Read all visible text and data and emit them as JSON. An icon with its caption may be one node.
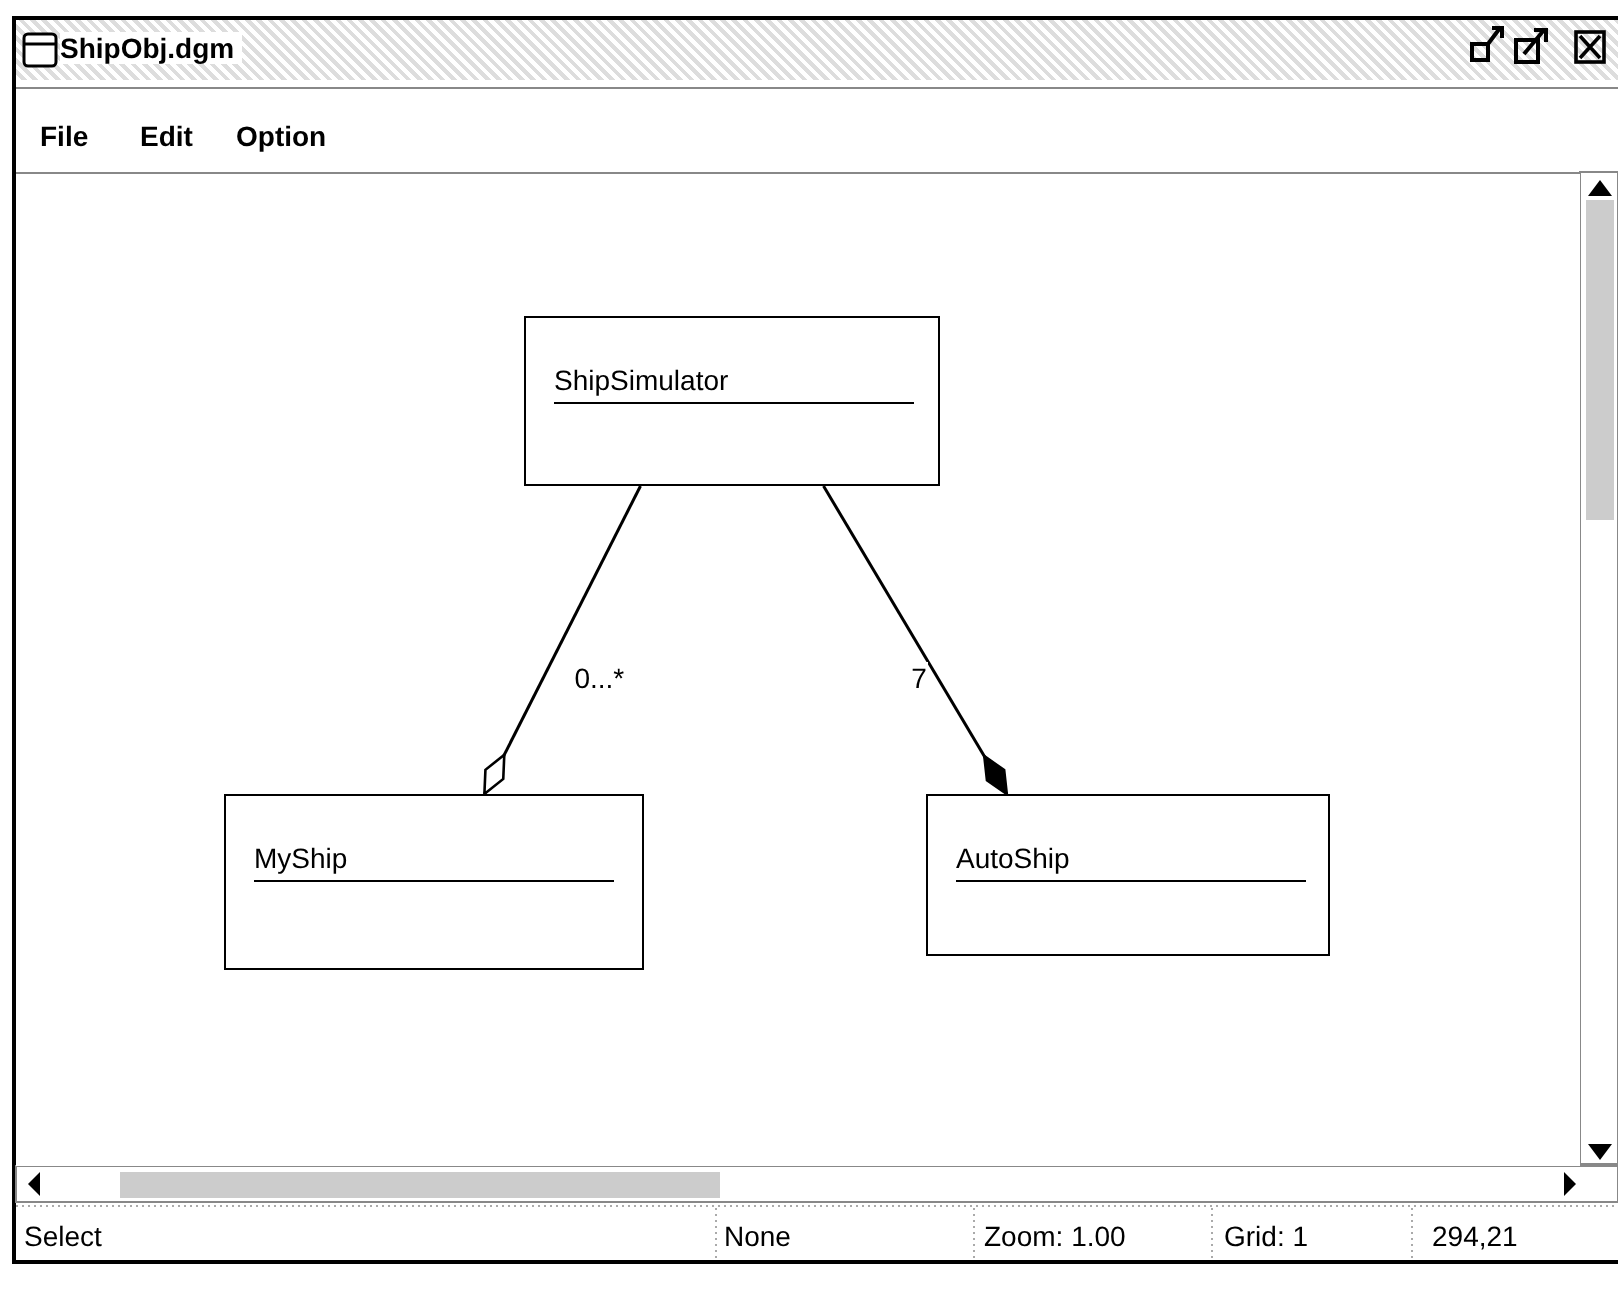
{
  "diagram": {
    "title": "ShipObj.dgm",
    "nodes": [
      {
        "text": [
          "ShipSimulator"
        ]
      },
      {
        "text": [
          "MyShip"
        ]
      },
      {
        "text": [
          "AutoShip"
        ]
      }
    ],
    "edges": [
      {
        "from": 0,
        "to": 1,
        "arrow": "other",
        "label": "0...*"
      },
      {
        "from": 0,
        "to": 2,
        "arrow": "other",
        "label": "7"
      }
    ],
    "labels": [
      "File",
      "Edit",
      "Option",
      "Select",
      "None",
      "Zoom: 1.00",
      "Grid: 1",
      "294,21"
    ]
  }
}
